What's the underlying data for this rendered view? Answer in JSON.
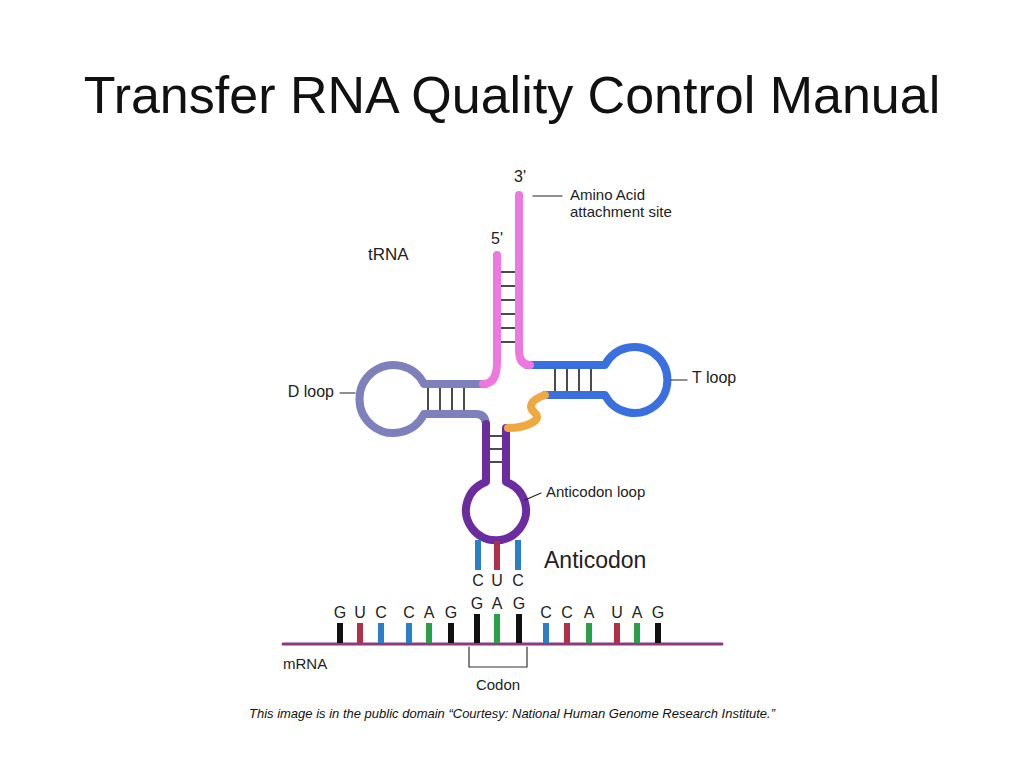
{
  "diagram": {
    "title": "Transfer RNA Quality Control Manual",
    "caption": "This image is in the public domain “Courtesy: National Human Genome Research Institute.”",
    "labels": [
      "3'",
      "Amino Acid attachment site",
      "5'",
      "tRNA",
      "D loop",
      "T loop",
      "Anticodon loop",
      "Anticodon",
      "C",
      "U",
      "C",
      "G",
      "U",
      "C",
      "C",
      "A",
      "G",
      "G",
      "A",
      "G",
      "C",
      "C",
      "A",
      "U",
      "A",
      "G",
      "mRNA",
      "Codon"
    ]
  }
}
